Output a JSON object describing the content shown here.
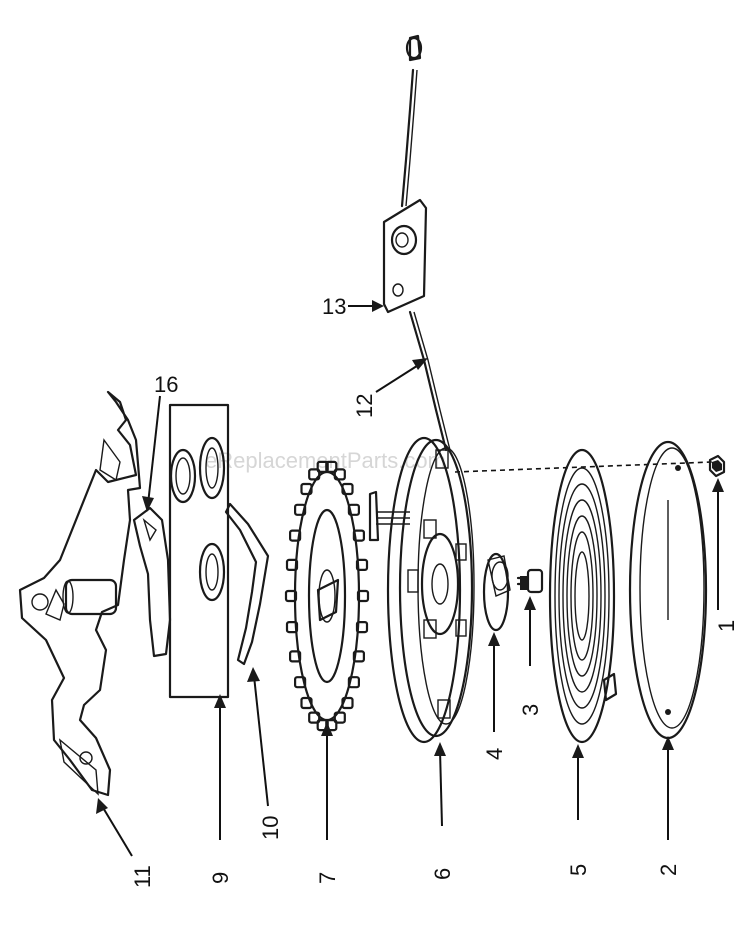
{
  "watermark": "eReplacementParts.com",
  "callouts": {
    "c1": "1",
    "c2": "2",
    "c3": "3",
    "c4": "4",
    "c5": "5",
    "c6": "6",
    "c7": "7",
    "c9": "9",
    "c10": "10",
    "c11": "11",
    "c12": "12",
    "c13": "13",
    "c16": "16"
  },
  "colors": {
    "ink": "#1a1a1a",
    "watermark": "#d6d6d6",
    "background": "#ffffff"
  }
}
